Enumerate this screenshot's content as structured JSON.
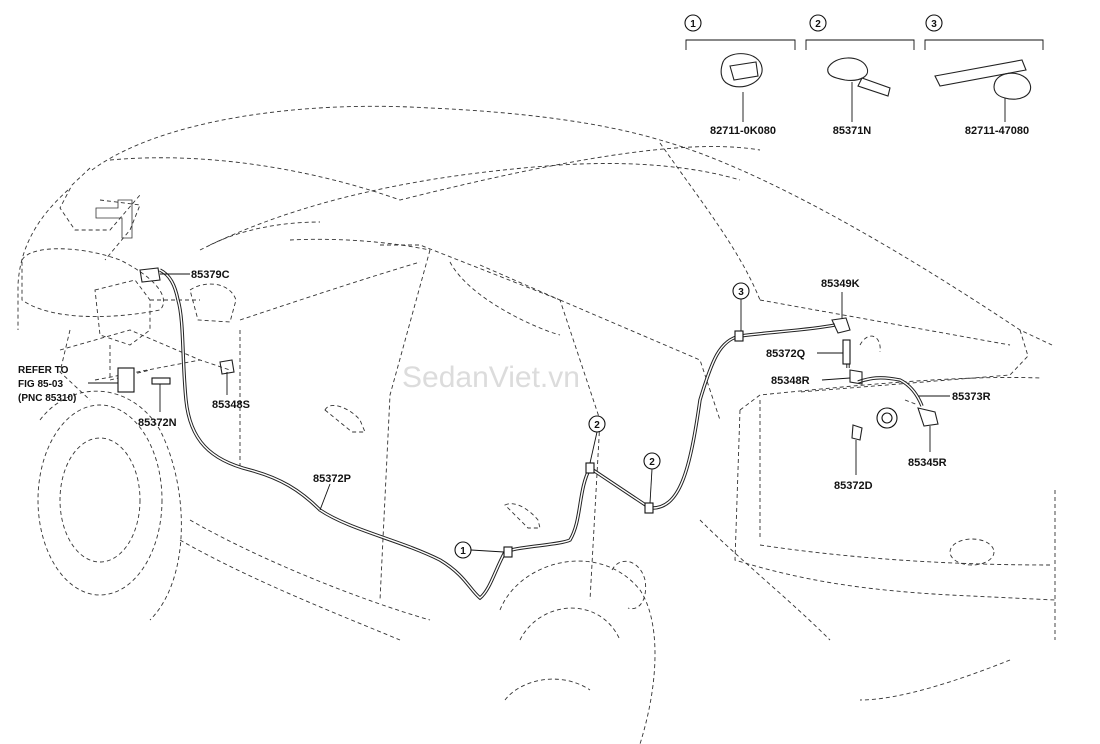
{
  "watermark": "SedanViet.vn",
  "detail_views": [
    {
      "marker": "1",
      "part_number": "82711-0K080"
    },
    {
      "marker": "2",
      "part_number": "85371N"
    },
    {
      "marker": "3",
      "part_number": "82711-47080"
    }
  ],
  "callout_markers": [
    "3",
    "2",
    "2",
    "1"
  ],
  "part_labels": {
    "p85379c": "85379C",
    "p85348s": "85348S",
    "p85372n": "85372N",
    "p85372p": "85372P",
    "p85349k": "85349K",
    "p85372q": "85372Q",
    "p85348r": "85348R",
    "p85373r": "85373R",
    "p85345r": "85345R",
    "p85372d": "85372D"
  },
  "reference": {
    "line1": "REFER TO",
    "line2": "FIG 85-03",
    "line3": "(PNC 85310)"
  }
}
